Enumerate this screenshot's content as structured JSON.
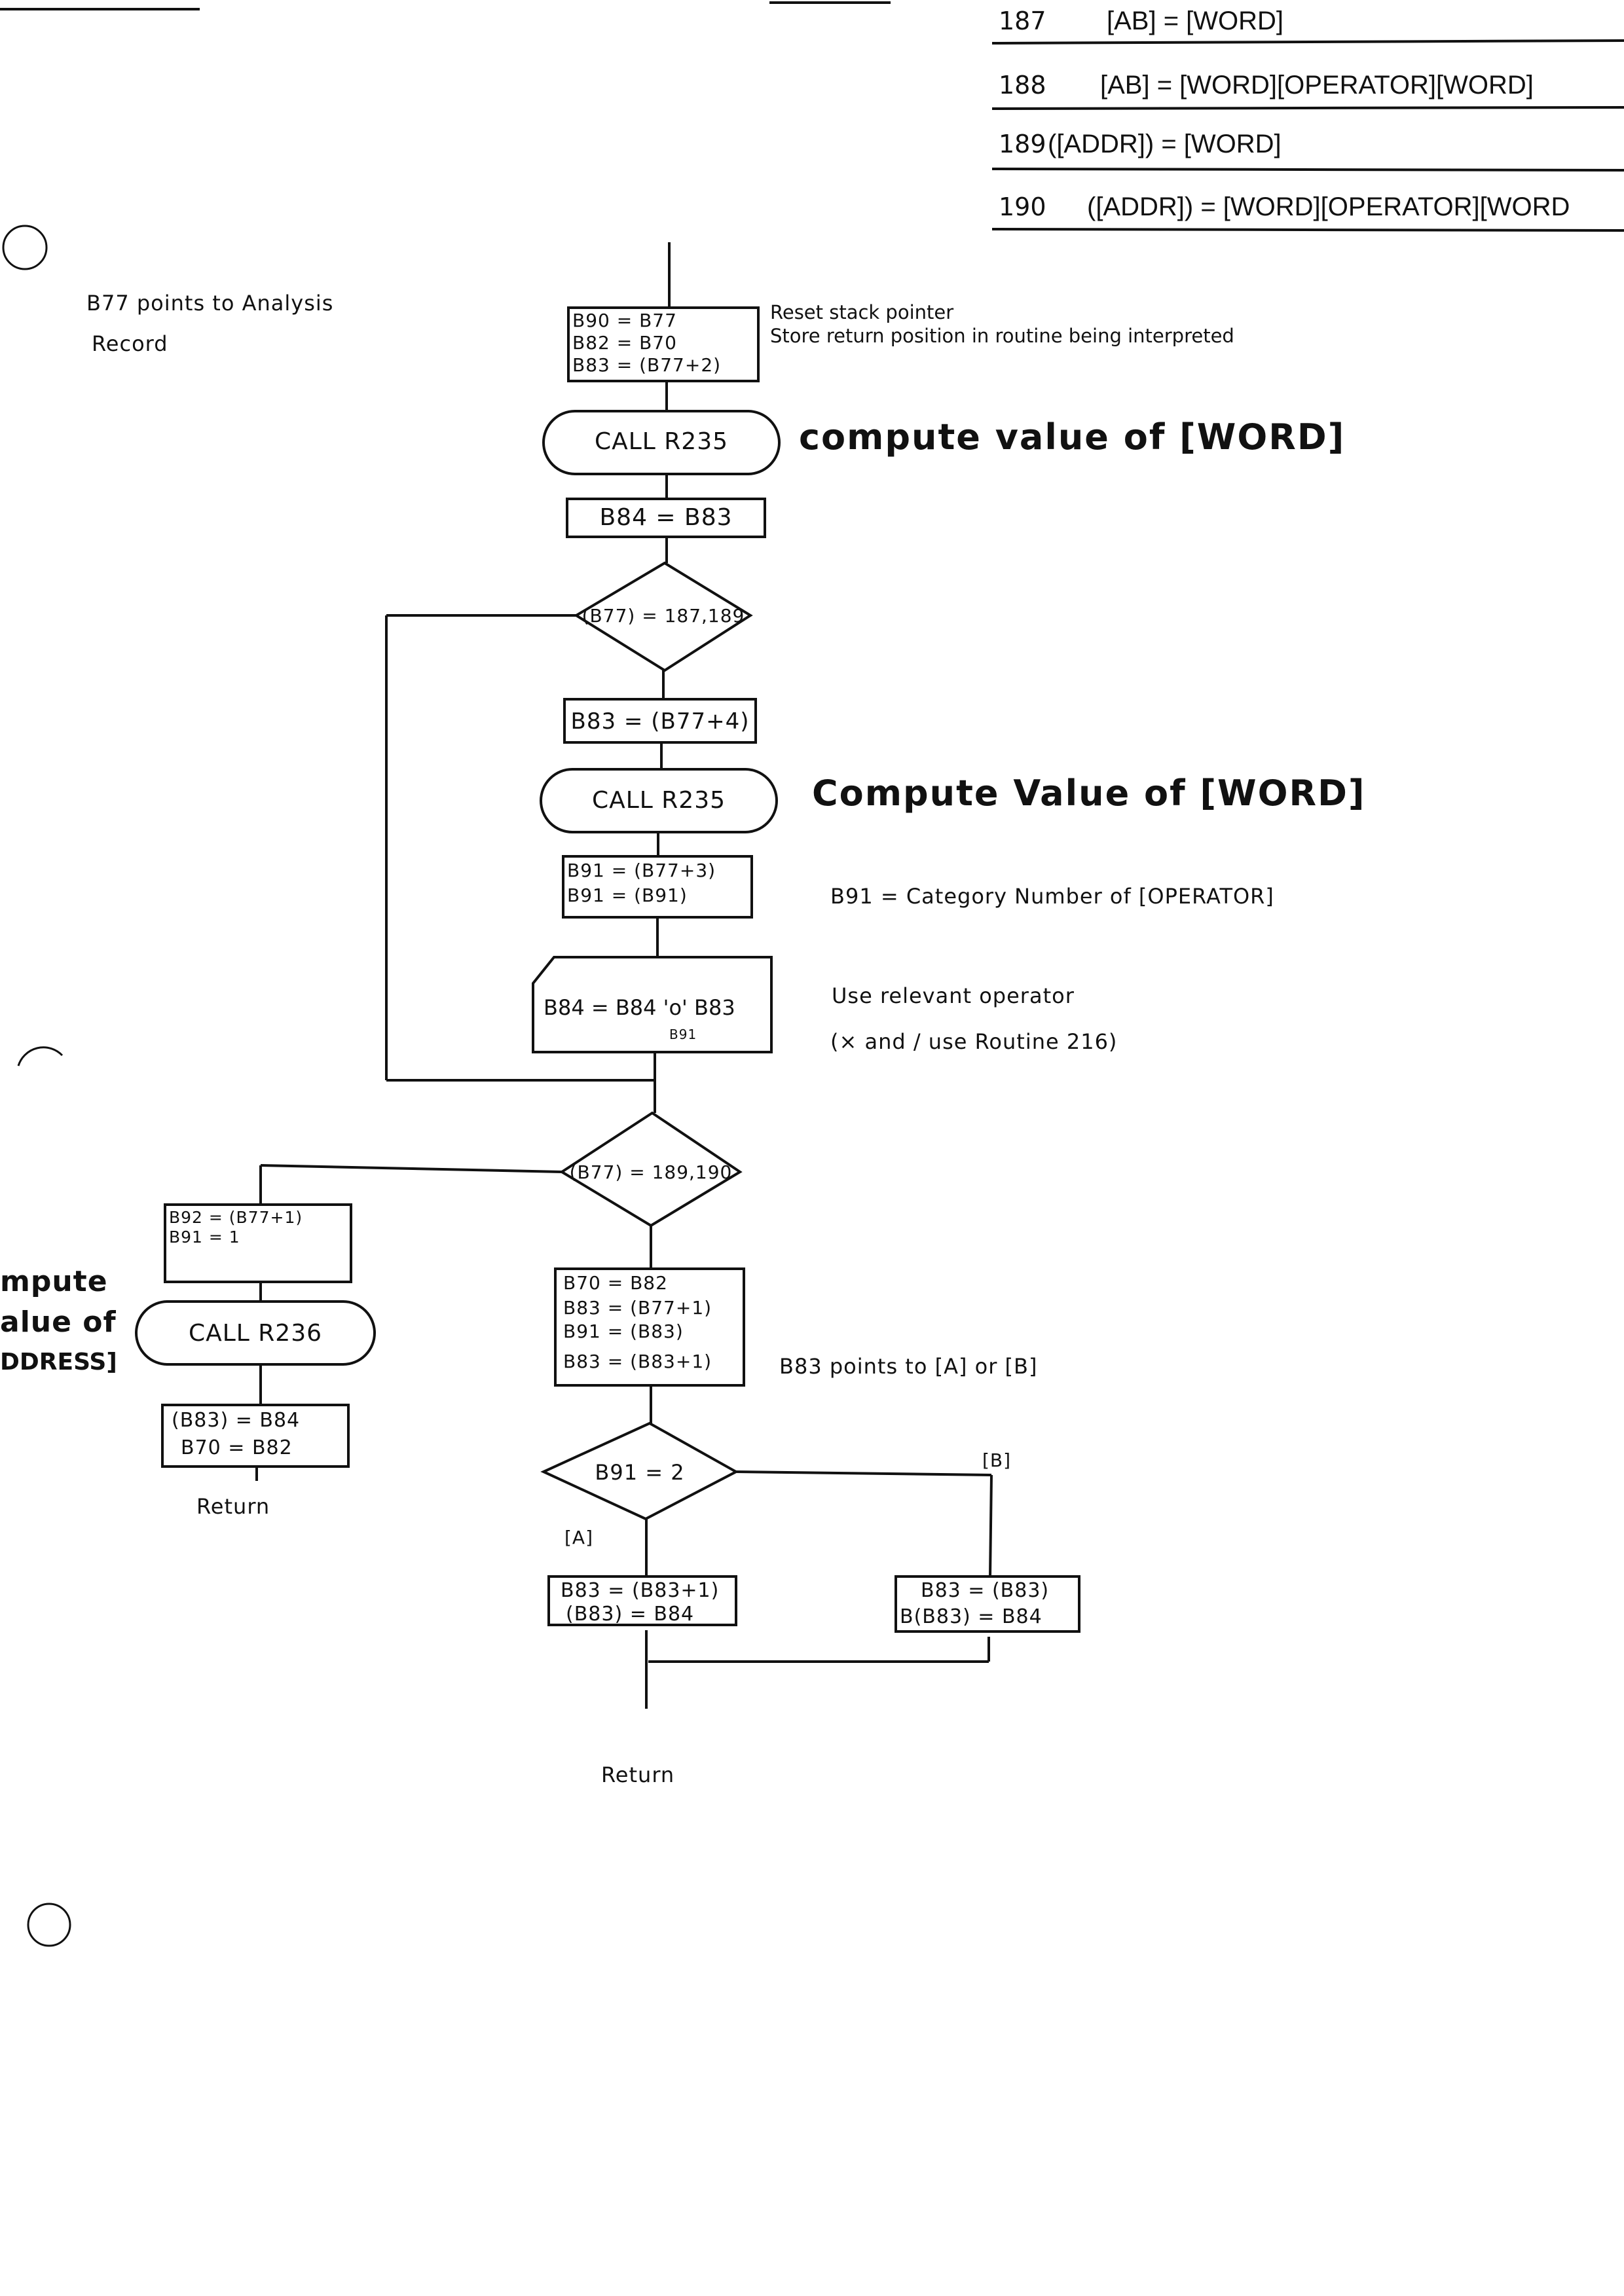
{
  "syntax_table": {
    "rows": [
      {
        "number": "187",
        "rule": "[AB] = [WORD]"
      },
      {
        "number": "188",
        "rule": "[AB] = [WORD][OPERATOR][WORD]"
      },
      {
        "number": "189",
        "rule": "([ADDR]) = [WORD]"
      },
      {
        "number": "190",
        "rule": "([ADDR]) = [WORD][OPERATOR][WORD"
      }
    ]
  },
  "annotations": {
    "b77_note_line1": "B77 points to Analysis",
    "b77_note_line2": "Record",
    "reset_note_line1": "Reset stack pointer",
    "reset_note_line2": "Store return position in routine being interpreted",
    "compute_word_1": "compute value of [WORD]",
    "compute_word_2": "Compute Value of [WORD]",
    "category_note": "B91 = Category Number of [OPERATOR]",
    "operator_note_line1": "Use relevant operator",
    "operator_note_line2": "(× and / use Routine 216)",
    "compute_address_line1": "mpute",
    "compute_address_line2": "alue of",
    "compute_address_line3": "DDRESS]",
    "b83_points_note": "B83 points to [A] or [B]",
    "branch_a": "[A]",
    "branch_b": "[B]"
  },
  "flowchart": {
    "init_box": [
      "B90 = B77",
      "B82 = B70",
      "B83 = (B77+2)"
    ],
    "call_1": "CALL R235",
    "assign_b84": "B84 = B83",
    "decision_1": "(B77) = 187,189",
    "assign_b83": "B83 = (B77+4)",
    "call_2": "CALL R235",
    "b91_box": [
      "B91 = (B77+3)",
      "B91 = (B91)"
    ],
    "operator_box": "B84 = B84 'o' B83",
    "operator_sub": "B91",
    "decision_2": "(B77) = 189,190",
    "left_box": [
      "B92 = (B77+1)",
      "B91 = 1"
    ],
    "call_3": "CALL R236",
    "left_store_box": [
      "(B83) = B84",
      "B70 = B82"
    ],
    "left_return": "Return",
    "right_box": [
      "B70 = B82",
      "B83 = (B77+1)",
      "B91 = (B83)",
      "B83 = (B83+1)"
    ],
    "decision_3": "B91 = 2",
    "box_a": [
      "B83 = (B83+1)",
      "(B83) = B84"
    ],
    "box_b": [
      "B83 = (B83)",
      "B(B83) = B84"
    ],
    "final_return": "Return"
  }
}
